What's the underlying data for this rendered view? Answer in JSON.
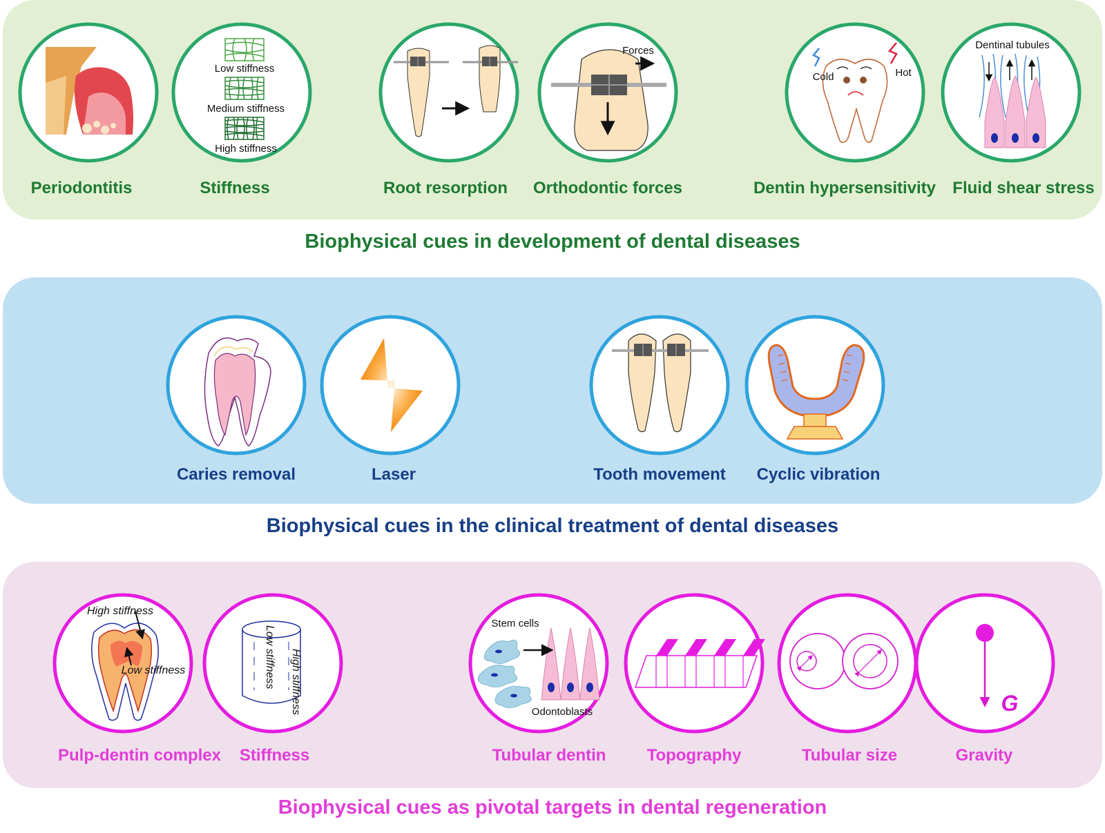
{
  "sections": [
    {
      "title": "Biophysical cues in development of dental diseases",
      "color": "#1e7a32",
      "items": [
        {
          "label": "Periodontitis"
        },
        {
          "label": "Stiffness",
          "icon_labels": [
            "Low stiffness",
            "Medium stiffness",
            "High stiffness"
          ]
        },
        {
          "label": "Root resorption"
        },
        {
          "label": "Orthodontic forces",
          "icon_labels": [
            "Forces"
          ]
        },
        {
          "label": "Dentin hypersensitivity",
          "icon_labels": [
            "Cold",
            "Hot"
          ]
        },
        {
          "label": "Fluid shear stress",
          "icon_labels": [
            "Dentinal tubules"
          ]
        }
      ]
    },
    {
      "title": "Biophysical cues in the clinical treatment of dental diseases",
      "color": "#173f86",
      "items": [
        {
          "label": "Caries removal"
        },
        {
          "label": "Laser"
        },
        {
          "label": "Tooth movement"
        },
        {
          "label": "Cyclic vibration"
        }
      ]
    },
    {
      "title": "Biophysical cues as pivotal targets in dental regeneration",
      "color": "#e23dd8",
      "items": [
        {
          "label": "Pulp-dentin complex",
          "icon_labels": [
            "High stiffness",
            "Low stiffness"
          ]
        },
        {
          "label": "Stiffness",
          "icon_labels": [
            "Low stiffness",
            "High stiffness"
          ]
        },
        {
          "label": "Tubular dentin",
          "icon_labels": [
            "Stem cells",
            "Odontoblasts"
          ]
        },
        {
          "label": "Topography"
        },
        {
          "label": "Tubular size"
        },
        {
          "label": "Gravity",
          "icon_labels": [
            "G"
          ]
        }
      ]
    }
  ],
  "colors": {
    "ring_green": "#2aa76a",
    "ring_blue": "#2ea3dd",
    "ring_magenta": "#e51ce0"
  }
}
